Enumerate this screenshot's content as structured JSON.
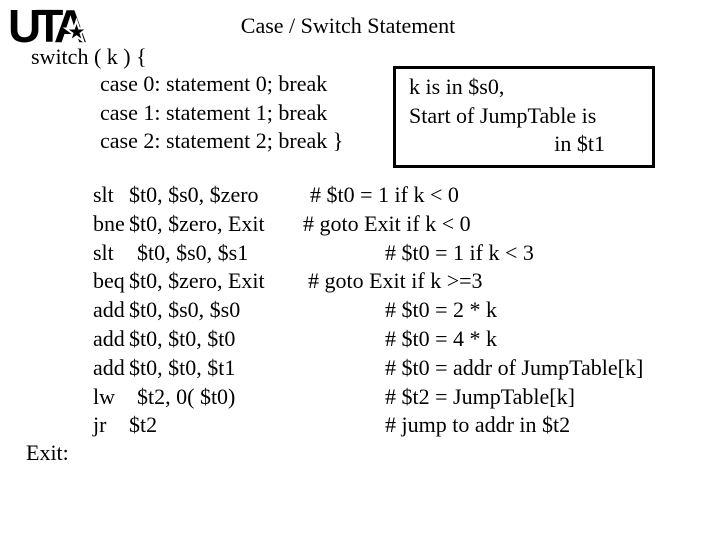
{
  "logo": {
    "text": "UTA",
    "star_icon": "★"
  },
  "title": "Case / Switch Statement",
  "c_code": {
    "header": "switch ( k ) {",
    "cases": [
      "case 0: statement 0; break",
      "case 1: statement 1; break",
      "case 2: statement 2; break }"
    ]
  },
  "note_box": {
    "line1": "k is in $s0,",
    "line2": "Start of JumpTable is",
    "line3": "in $t1"
  },
  "assembly": [
    {
      "op": "slt",
      "args": "$t0, $s0, $zero",
      "comment": "# $t0 = 1 if k < 0"
    },
    {
      "op": "bne",
      "args": "$t0, $zero, Exit",
      "comment": "# goto Exit if k < 0"
    },
    {
      "op": "slt",
      "args": "$t0, $s0, $s1",
      "comment": "# $t0 = 1 if k < 3"
    },
    {
      "op": "beq",
      "args": "$t0, $zero, Exit",
      "comment": "# goto Exit if k >=3"
    },
    {
      "op": "add",
      "args": "$t0, $s0, $s0",
      "comment": "# $t0 = 2 * k"
    },
    {
      "op": "add",
      "args": "$t0, $t0, $t0",
      "comment": "# $t0 = 4 * k"
    },
    {
      "op": "add",
      "args": "$t0, $t0, $t1",
      "comment": "# $t0 = addr of JumpTable[k]"
    },
    {
      "op": "lw",
      "args": "$t2, 0( $t0)",
      "comment": "# $t2 = JumpTable[k]"
    },
    {
      "op": "jr",
      "args": "$t2",
      "comment": "# jump to addr in $t2"
    }
  ],
  "exit_label": "Exit:",
  "colors": {
    "foreground": "#000000",
    "background": "#ffffff"
  }
}
